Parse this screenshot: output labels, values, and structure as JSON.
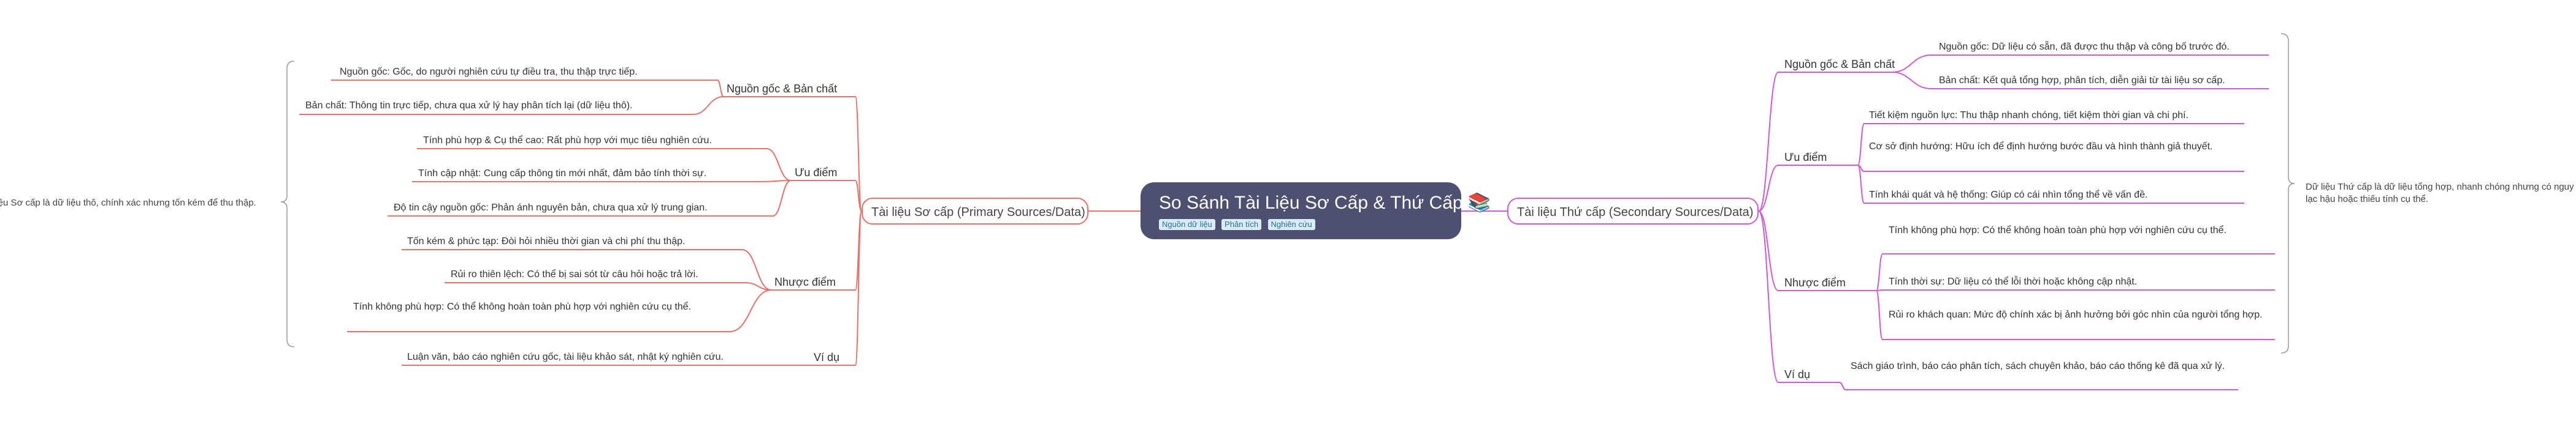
{
  "root": {
    "title": "So Sánh Tài Liệu Sơ Cấp & Thứ Cấp 📚",
    "tags": [
      "Nguồn dữ liệu",
      "Phân tích",
      "Nghiên cứu"
    ]
  },
  "left": {
    "label": "Tài liệu Sơ cấp (Primary Sources/Data)",
    "summary": "Dữ liệu Sơ cấp là dữ liệu thô, chính xác nhưng tốn kém để thu thập.",
    "groups": [
      {
        "label": "Nguồn gốc & Bản chất",
        "items": [
          "Nguồn gốc: Gốc, do người nghiên cứu tự điều tra, thu thập trực tiếp.",
          "Bản chất: Thông tin trực tiếp, chưa qua xử lý hay phân tích lại (dữ liệu thô)."
        ]
      },
      {
        "label": "Ưu điểm",
        "items": [
          "Tính phù hợp & Cụ thể cao: Rất phù hợp với mục tiêu nghiên cứu.",
          "Tính cập nhật: Cung cấp thông tin mới nhất, đảm bảo tính thời sự.",
          "Độ tin cậy nguồn gốc: Phản ánh nguyên bản, chưa qua xử lý trung gian."
        ]
      },
      {
        "label": "Nhược điểm",
        "items": [
          "Tốn kém & phức tạp: Đòi hỏi nhiều thời gian và chi phí thu thập.",
          "Rủi ro thiên lệch: Có thể bị sai sót từ câu hỏi hoặc trả lời.",
          "Tính không phù hợp: Có thể không hoàn toàn phù hợp với nghiên cứu cụ thể."
        ]
      },
      {
        "label": "Ví dụ",
        "items": [
          "Luận văn, báo cáo nghiên cứu gốc, tài liệu khảo sát, nhật ký nghiên cứu."
        ]
      }
    ]
  },
  "right": {
    "label": "Tài liệu Thứ cấp (Secondary Sources/Data)",
    "summary": "Dữ liệu Thứ cấp là dữ liệu tổng hợp, nhanh chóng nhưng có nguy cơ lạc hậu hoặc thiếu tính cụ thể.",
    "groups": [
      {
        "label": "Nguồn gốc & Bản chất",
        "items": [
          "Nguồn gốc: Dữ liệu có sẵn, đã được thu thập và công bố trước đó.",
          "Bản chất: Kết quả tổng hợp, phân tích, diễn giải từ tài liệu sơ cấp."
        ]
      },
      {
        "label": "Ưu điểm",
        "items": [
          "Tiết kiệm nguồn lực: Thu thập nhanh chóng, tiết kiệm thời gian và chi phí.",
          "Cơ sở định hướng: Hữu ích để định hướng bước đầu và hình thành giả thuyết.",
          "Tính khái quát và hệ thống: Giúp có cái nhìn tổng thể về vấn đề."
        ]
      },
      {
        "label": "Nhược điểm",
        "items": [
          "Tính không phù hợp: Có thể không hoàn toàn phù hợp với nghiên cứu cụ thể.",
          "Tính thời sự: Dữ liệu có thể lỗi thời hoặc không cập nhật.",
          "Rủi ro khách quan: Mức độ chính xác bị ảnh hưởng bởi góc nhìn của người tổng hợp."
        ]
      },
      {
        "label": "Ví dụ",
        "items": [
          "Sách giáo trình, báo cáo phân tích, sách chuyên khảo, báo cáo thống kê đã qua xử lý."
        ]
      }
    ]
  },
  "colors": {
    "root_bg": "#4e5072",
    "left_branch": "#e5726c",
    "right_branch": "#cf5bd3",
    "bracket": "#9a9a9a"
  }
}
